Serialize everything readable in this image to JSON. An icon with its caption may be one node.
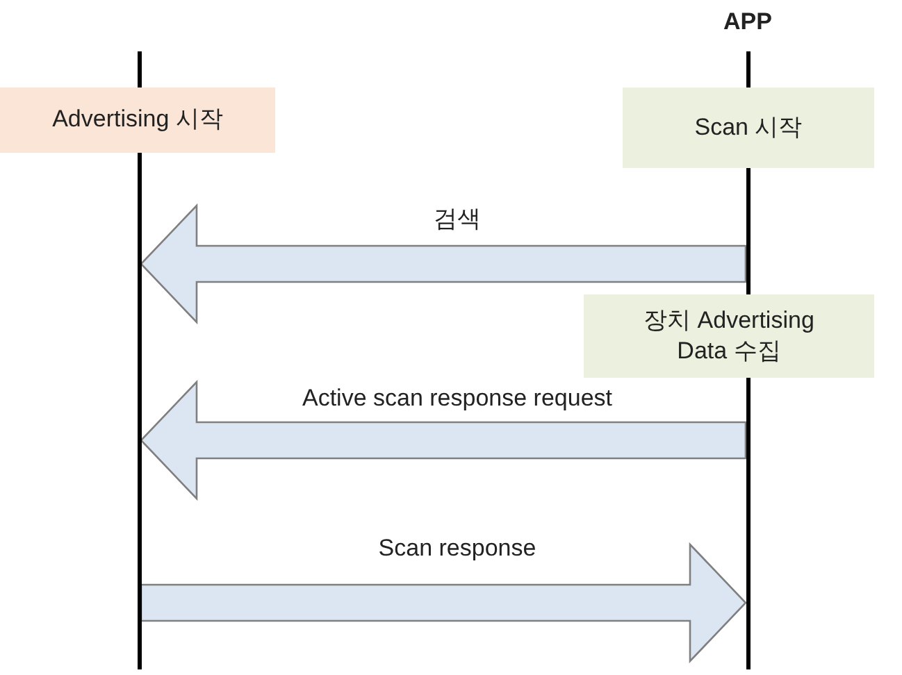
{
  "diagram": {
    "nodes": [
      {
        "text": [],
        "shape": "bar"
      },
      {
        "text": [],
        "shape": "bar"
      },
      {
        "text": [
          "Advertising 시작"
        ]
      },
      {
        "text": [
          "Scan 시작"
        ]
      },
      {
        "text": [
          "장치 Advertising Data 수집"
        ]
      }
    ],
    "edges": [
      {
        "from": 1,
        "to": 0,
        "arrow": "to",
        "label": "검색"
      },
      {
        "from": 1,
        "to": 0,
        "arrow": "to",
        "label": "Active scan response request"
      },
      {
        "from": 0,
        "to": 1,
        "arrow": "to",
        "label": "Scan response"
      }
    ],
    "labels": [
      "APP"
    ]
  }
}
